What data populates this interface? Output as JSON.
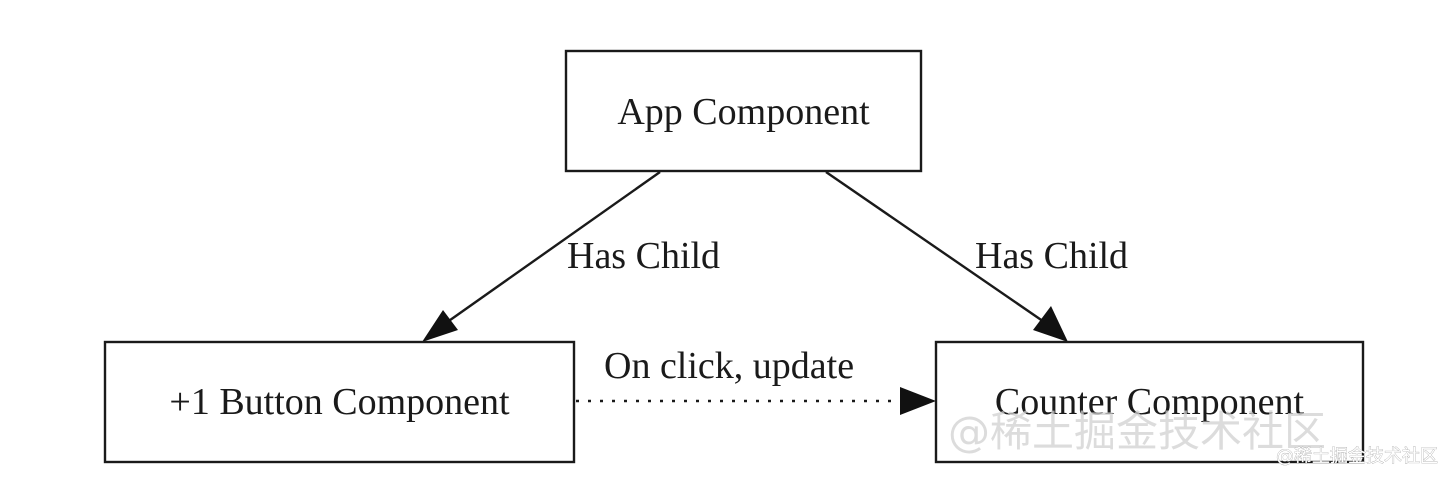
{
  "nodes": {
    "app": {
      "label": "App Component"
    },
    "button": {
      "label": "+1 Button Component"
    },
    "counter": {
      "label": "Counter Component"
    }
  },
  "edges": {
    "app_to_button": {
      "label": "Has Child",
      "style": "solid"
    },
    "app_to_counter": {
      "label": "Has Child",
      "style": "solid"
    },
    "button_to_counter": {
      "label": "On click, update",
      "style": "dotted"
    }
  },
  "watermark": {
    "large": "@稀土掘金技术社区",
    "small": "@稀土掘金技术社区"
  }
}
